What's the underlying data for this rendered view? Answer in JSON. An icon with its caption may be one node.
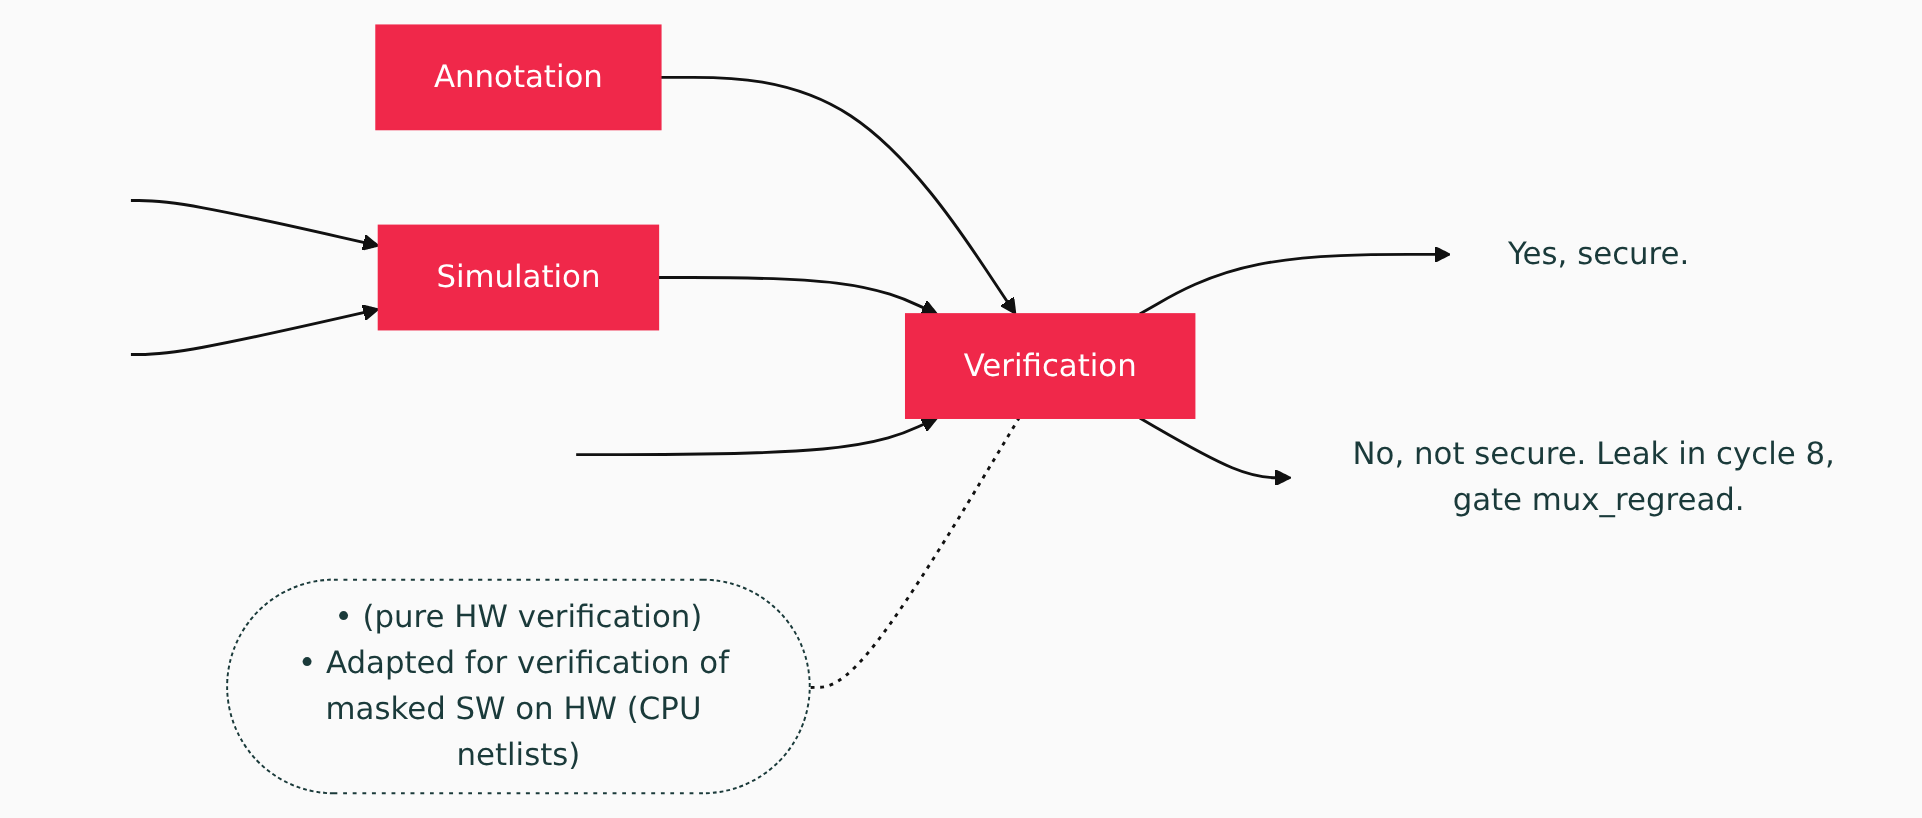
{
  "diagram": {
    "nodes": [
      {
        "text": [
          "Simulation"
        ]
      },
      {
        "text": [
          "Annotation"
        ]
      },
      {
        "text": [
          "Verification"
        ]
      },
      {
        "text": [
          "Yes, secure."
        ]
      },
      {
        "text": [
          "No, not secure. Leak in cycle 8, gate mux_regread."
        ]
      },
      {
        "text": [
          "• (pure HW verification)",
          "• Adapted for verification of masked SW on HW (CPU netlists)"
        ]
      }
    ],
    "edges": [
      {
        "from": null,
        "to": 0,
        "arrow": "to"
      },
      {
        "from": null,
        "to": 0,
        "arrow": "to"
      },
      {
        "from": 1,
        "to": 2,
        "arrow": "to"
      },
      {
        "from": 0,
        "to": 2,
        "arrow": "to"
      },
      {
        "from": null,
        "to": 2,
        "arrow": "to"
      },
      {
        "from": 2,
        "to": 3,
        "arrow": "to"
      },
      {
        "from": 2,
        "to": 4,
        "arrow": "to"
      },
      {
        "from": 5,
        "to": 2,
        "arrow": "none",
        "style": "dashed"
      }
    ]
  }
}
